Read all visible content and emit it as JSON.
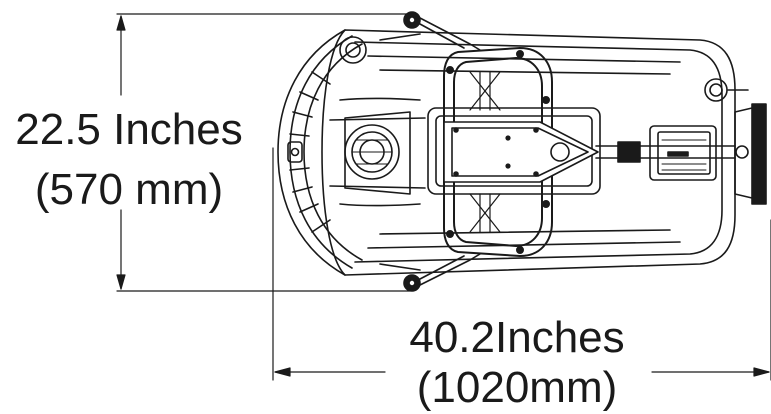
{
  "diagram": {
    "height_dimension": {
      "value": "22.5 Inches",
      "metric": "(570 mm)"
    },
    "width_dimension": {
      "value": "40.2Inches",
      "metric": "(1020mm)"
    },
    "colors": {
      "line": "#1a1a1a",
      "background": "#ffffff"
    }
  }
}
